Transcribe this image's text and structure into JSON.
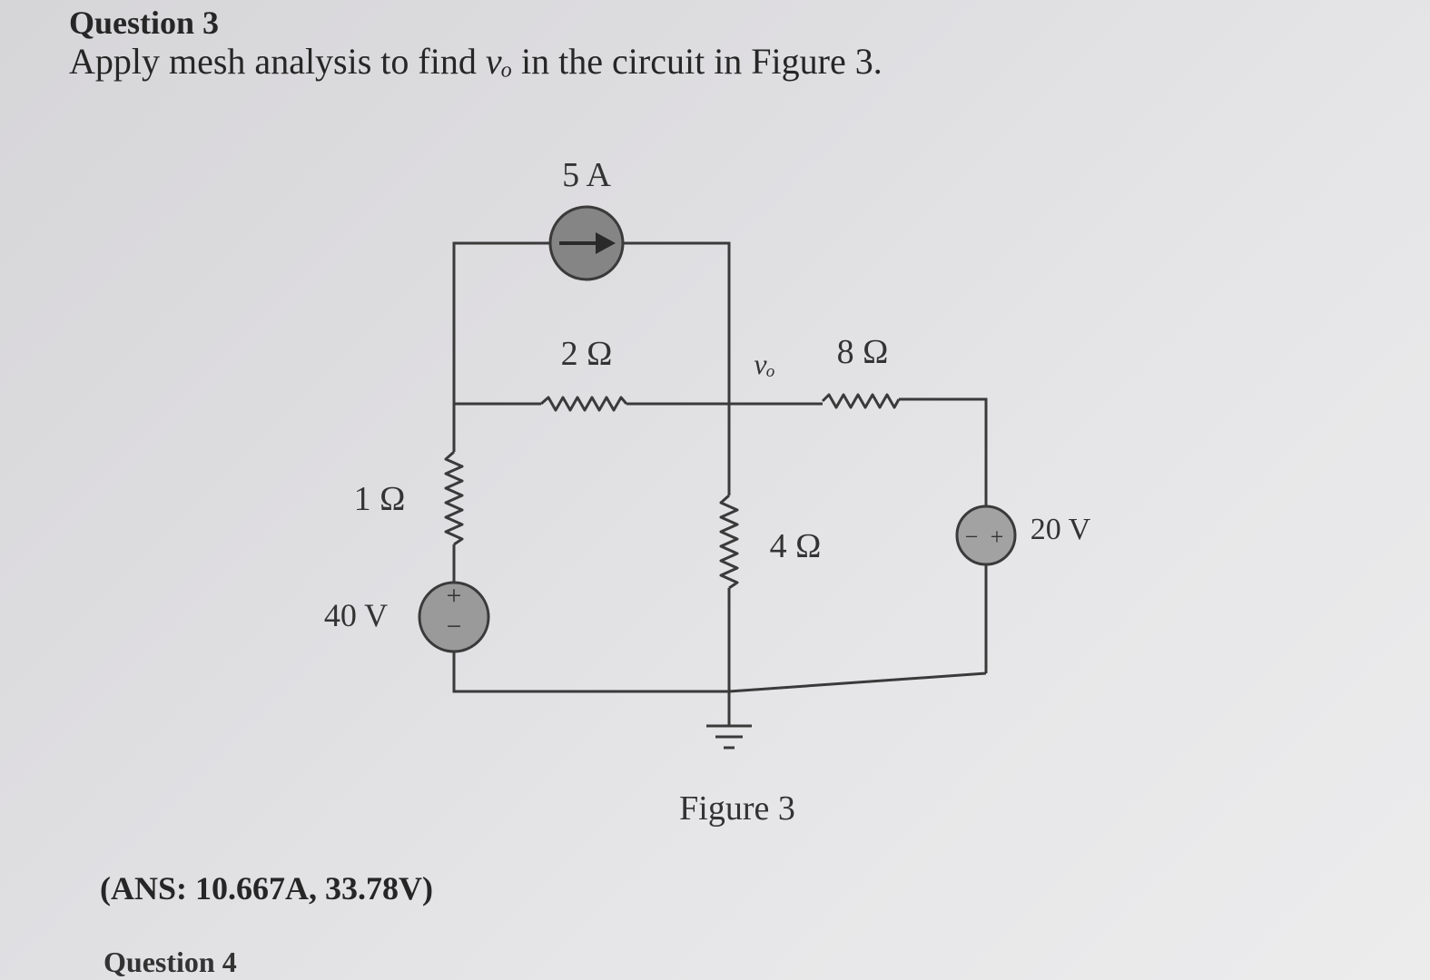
{
  "question": {
    "title": "Question 3",
    "text_before": "Apply mesh analysis to find ",
    "variable": "vₒ",
    "text_after": " in the circuit in Figure 3."
  },
  "figure": {
    "caption": "Figure 3",
    "vo_label": "vₒ",
    "current_source": {
      "label": "5 A"
    },
    "resistors": {
      "r2": "2 Ω",
      "r8": "8 Ω",
      "r1": "1 Ω",
      "r4": "4 Ω"
    },
    "voltage_sources": {
      "left": {
        "label": "40 V",
        "plus": "+",
        "minus": "−"
      },
      "right": {
        "label": "20 V",
        "plus": "+",
        "minus": "−"
      }
    }
  },
  "answer": "(ANS: 10.667A, 33.78V)",
  "next_question": "Question 4"
}
